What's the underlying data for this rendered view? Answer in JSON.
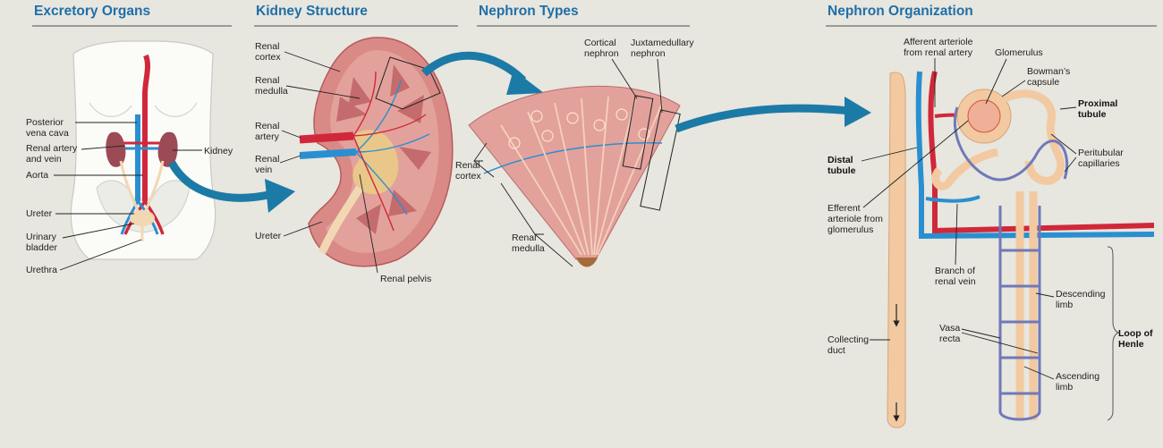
{
  "panels": [
    {
      "title": "Excretory Organs"
    },
    {
      "title": "Kidney Structure"
    },
    {
      "title": "Nephron Types"
    },
    {
      "title": "Nephron Organization"
    }
  ],
  "excretory": {
    "posterior_vena_cava": [
      "Posterior",
      "vena cava"
    ],
    "renal_artery_vein": [
      "Renal artery",
      "and vein"
    ],
    "aorta": "Aorta",
    "kidney": "Kidney",
    "ureter": "Ureter",
    "urinary_bladder": [
      "Urinary",
      "bladder"
    ],
    "urethra": "Urethra"
  },
  "kidney_structure": {
    "renal_cortex": [
      "Renal",
      "cortex"
    ],
    "renal_medulla": [
      "Renal",
      "medulla"
    ],
    "renal_artery": [
      "Renal",
      "artery"
    ],
    "renal_vein": [
      "Renal",
      "vein"
    ],
    "ureter": "Ureter",
    "renal_pelvis": "Renal pelvis"
  },
  "nephron_types": {
    "cortical_nephron": [
      "Cortical",
      "nephron"
    ],
    "juxtamedullary_nephron": [
      "Juxtamedullary",
      "nephron"
    ],
    "renal_cortex": [
      "Renal",
      "cortex"
    ],
    "renal_medulla": [
      "Renal",
      "medulla"
    ]
  },
  "nephron_org": {
    "afferent_arteriole": [
      "Afferent arteriole",
      "from renal artery"
    ],
    "glomerulus": "Glomerulus",
    "bowmans_capsule": [
      "Bowman’s",
      "capsule"
    ],
    "proximal_tubule": [
      "Proximal",
      "tubule"
    ],
    "peritubular_capillaries": [
      "Peritubular",
      "capillaries"
    ],
    "distal_tubule": [
      "Distal",
      "tubule"
    ],
    "efferent_arteriole": [
      "Efferent",
      "arteriole from",
      "glomerulus"
    ],
    "branch_renal_vein": [
      "Branch of",
      "renal vein"
    ],
    "descending_limb": [
      "Descending",
      "limb"
    ],
    "vasa_recta": [
      "Vasa",
      "recta"
    ],
    "loop_of_henle": [
      "Loop of",
      "Henle"
    ],
    "collecting_duct": [
      "Collecting",
      "duct"
    ],
    "ascending_limb": [
      "Ascending",
      "limb"
    ]
  },
  "colors": {
    "title": "#1f6fa8",
    "arrow": "#1c7aa6",
    "artery": "#d0283a",
    "vein": "#2a8fd0",
    "tubule": "#f2c9a0",
    "capillary": "#6f79b8",
    "tissue": "#d98a86"
  }
}
